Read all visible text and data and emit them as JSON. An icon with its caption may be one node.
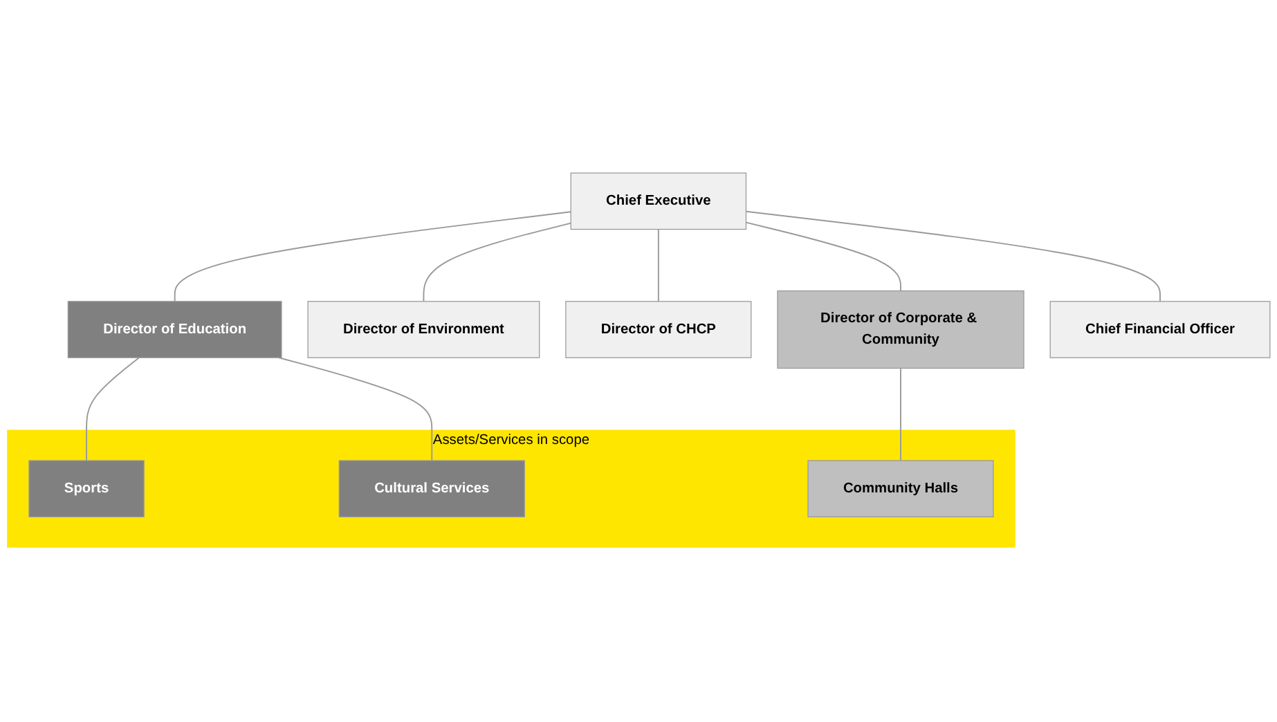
{
  "diagram": {
    "nodes": [
      {
        "text": [
          "Chief Executive"
        ]
      },
      {
        "text": [
          "Director of Education"
        ]
      },
      {
        "text": [
          "Director of Environment"
        ]
      },
      {
        "text": [
          "Director of CHCP"
        ]
      },
      {
        "text": [
          "Director of Corporate & Community"
        ]
      },
      {
        "text": [
          "Chief Financial Officer"
        ]
      },
      {
        "text": [
          "Assets/Services in scope"
        ]
      },
      {
        "text": [
          "Sports"
        ],
        "in": 6
      },
      {
        "text": [
          "Cultural Services"
        ],
        "in": 6
      },
      {
        "text": [
          "Community Halls"
        ],
        "in": 6
      }
    ],
    "edges": [
      {
        "from": 0,
        "to": 1,
        "arrow": "none"
      },
      {
        "from": 0,
        "to": 2,
        "arrow": "none"
      },
      {
        "from": 0,
        "to": 3,
        "arrow": "none"
      },
      {
        "from": 0,
        "to": 4,
        "arrow": "none"
      },
      {
        "from": 0,
        "to": 5,
        "arrow": "none"
      },
      {
        "from": 1,
        "to": 7,
        "arrow": "none"
      },
      {
        "from": 1,
        "to": 8,
        "arrow": "none"
      },
      {
        "from": 4,
        "to": 9,
        "arrow": "none"
      }
    ]
  }
}
